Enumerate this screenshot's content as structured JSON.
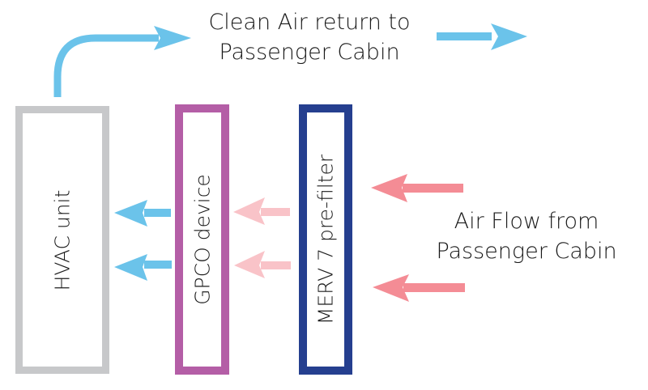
{
  "diagram": {
    "title": "Air filtration flow diagram",
    "components": [
      {
        "id": "hvac",
        "label": "HVAC unit",
        "border_color": "#c7c8ca"
      },
      {
        "id": "gpco",
        "label": "GPCO device",
        "border_color": "#b45ea6"
      },
      {
        "id": "merv",
        "label": "MERV 7 pre-filter",
        "border_color": "#253f8f"
      }
    ],
    "labels": {
      "clean_air": [
        "Clean Air return to",
        "Passenger Cabin"
      ],
      "air_flow": [
        "Air Flow from",
        "Passenger Cabin"
      ]
    },
    "colors": {
      "clean_arrow": "#6bc3ea",
      "incoming_arrow": "#f48c95",
      "filtered_arrow": "#f9c3c8",
      "text": "#1a1a1a"
    },
    "flows": [
      {
        "from": "Passenger Cabin",
        "to": "MERV 7 pre-filter",
        "kind": "incoming"
      },
      {
        "from": "MERV 7 pre-filter",
        "to": "GPCO device",
        "kind": "filtered"
      },
      {
        "from": "GPCO device",
        "to": "HVAC unit",
        "kind": "clean"
      },
      {
        "from": "HVAC unit",
        "to": "Passenger Cabin",
        "kind": "clean"
      }
    ]
  }
}
